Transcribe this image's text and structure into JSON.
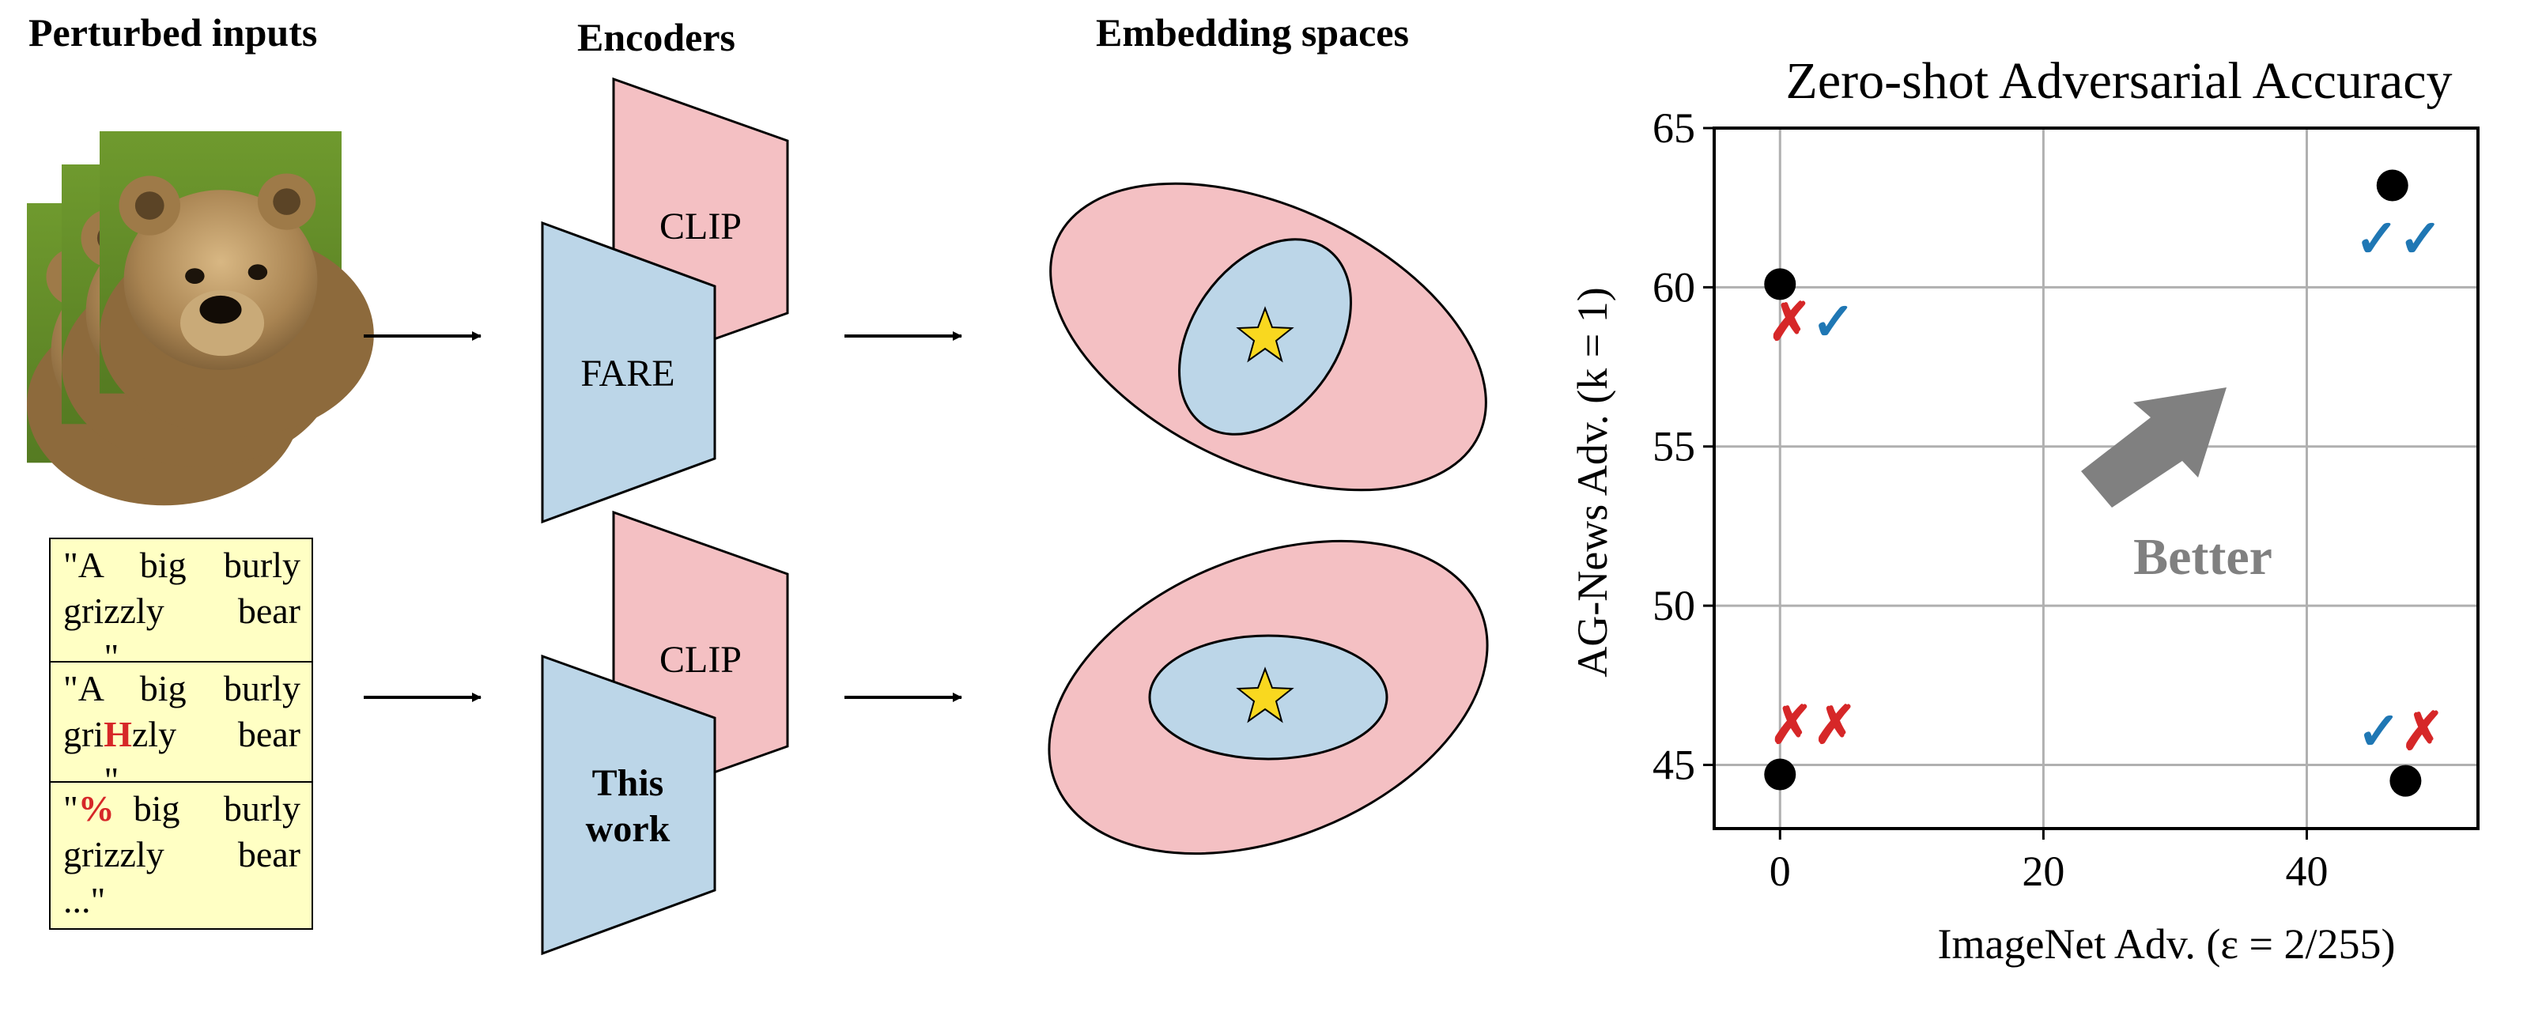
{
  "panels": {
    "inputs_title": "Perturbed inputs",
    "encoders_title": "Encoders",
    "embedding_title": "Embedding spaces"
  },
  "text_inputs": [
    {
      "line1": "\"A big burly",
      "pre": "grizzly",
      "mark": "",
      "post": "",
      "word2": "bear",
      "line3": ".\""
    },
    {
      "line1": "\"A big burly",
      "pre": "gri",
      "mark": "H",
      "post": "zly",
      "word2": "bear",
      "line3": ".\""
    },
    {
      "line1_pre": "\"",
      "line1_mark": "%",
      "line1_post": " big burly",
      "pre": "grizzly",
      "word2": "bear",
      "line3": "...\""
    }
  ],
  "encoders": {
    "top_back": "CLIP",
    "top_front": "FARE",
    "bottom_back": "CLIP",
    "bottom_front_line1": "This",
    "bottom_front_line2": "work"
  },
  "colors": {
    "clip_pink": "#f4c0c3",
    "robust_blue": "#bcd6e8",
    "star_yellow": "#f9d81f",
    "check_blue": "#1f77b4",
    "cross_red": "#d62728",
    "text_box_yellow": "#ffffc4",
    "arrow_gray": "#808080"
  },
  "icons": [
    "bear-photo-stack",
    "right-arrow",
    "star-icon",
    "check-icon",
    "cross-icon",
    "better-arrow-icon"
  ],
  "chart_data": {
    "type": "scatter",
    "title": "Zero-shot Adversarial Accuracy",
    "xlabel": "ImageNet Adv. (ε = 2/255)",
    "ylabel": "AG-News Adv. (k = 1)",
    "xlim": [
      -5,
      53
    ],
    "ylim": [
      43,
      65
    ],
    "xticks": [
      0,
      20,
      40
    ],
    "yticks": [
      45,
      50,
      55,
      60,
      65
    ],
    "grid": true,
    "points": [
      {
        "x": 0,
        "y": 60.1,
        "marks": "✗✓"
      },
      {
        "x": 46.5,
        "y": 63.2,
        "marks": "✓✓"
      },
      {
        "x": 0,
        "y": 44.7,
        "marks": "✗✗"
      },
      {
        "x": 47.5,
        "y": 44.5,
        "marks": "✓✗"
      }
    ],
    "annotation": "Better"
  }
}
